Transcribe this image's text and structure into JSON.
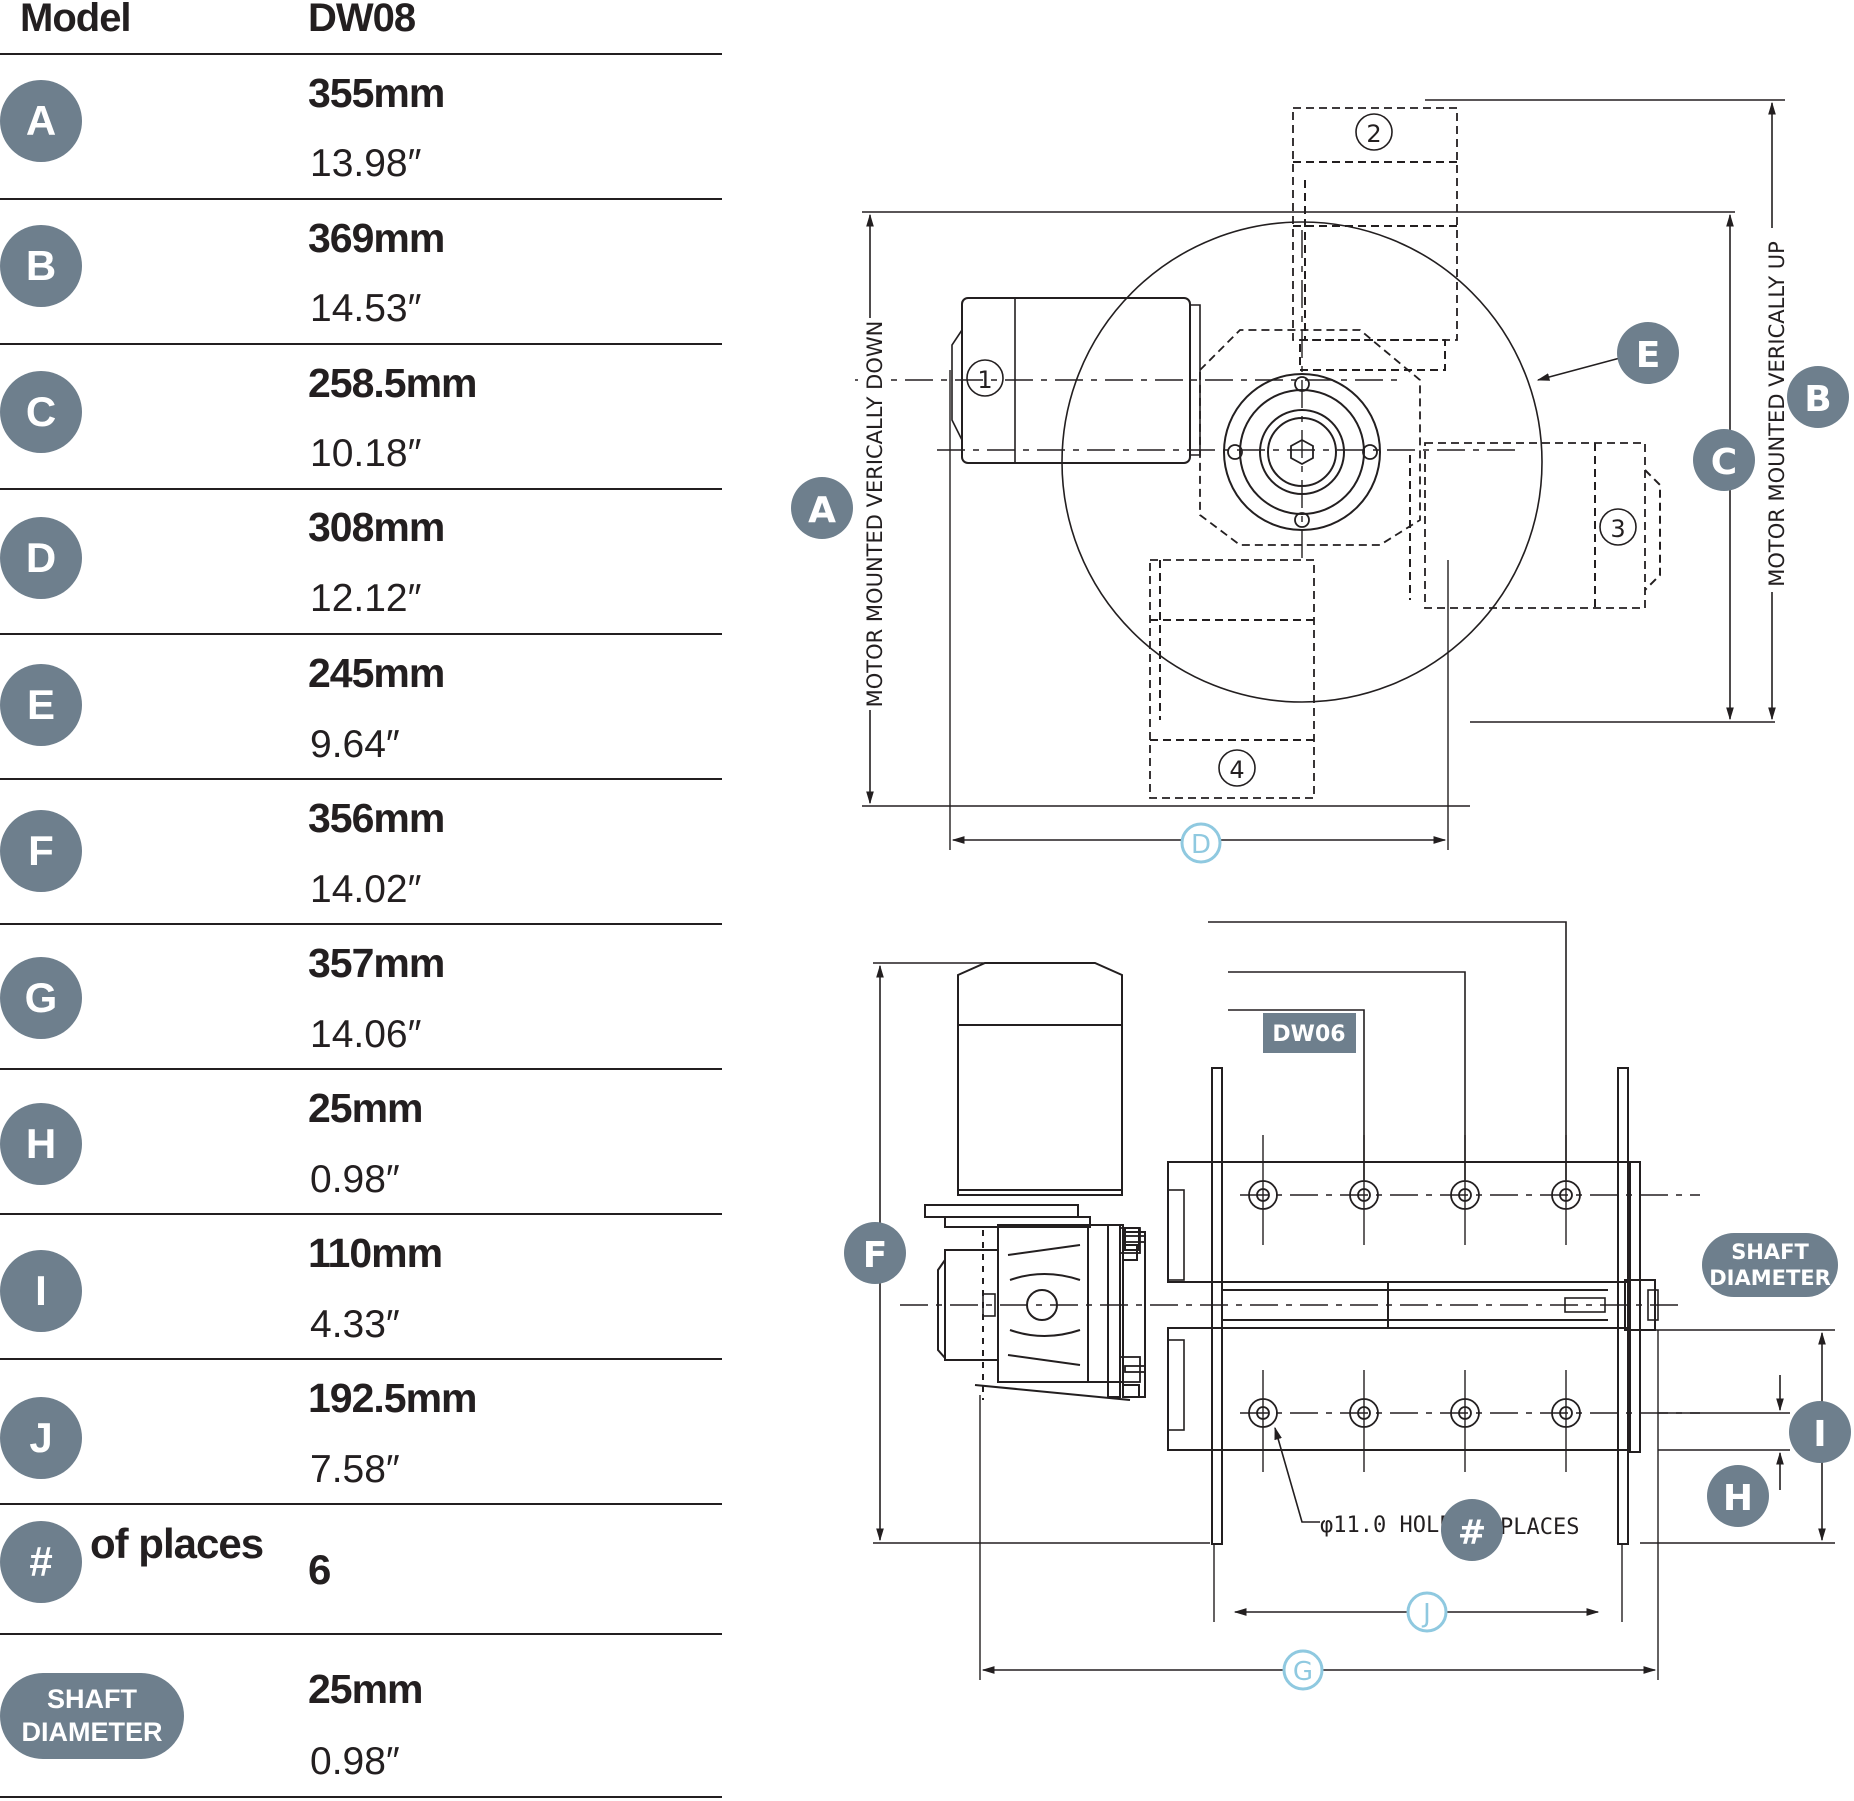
{
  "table": {
    "header_model": "Model",
    "header_value": "DW08",
    "rows": [
      {
        "badge": "A",
        "mm": "355mm",
        "inch": "13.98″"
      },
      {
        "badge": "B",
        "mm": "369mm",
        "inch": "14.53″"
      },
      {
        "badge": "C",
        "mm": "258.5mm",
        "inch": "10.18″"
      },
      {
        "badge": "D",
        "mm": "308mm",
        "inch": "12.12″"
      },
      {
        "badge": "E",
        "mm": "245mm",
        "inch": "9.64″"
      },
      {
        "badge": "F",
        "mm": "356mm",
        "inch": "14.02″"
      },
      {
        "badge": "G",
        "mm": "357mm",
        "inch": "14.06″"
      },
      {
        "badge": "H",
        "mm": "25mm",
        "inch": "0.98″"
      },
      {
        "badge": "I",
        "mm": "110mm",
        "inch": "4.33″"
      },
      {
        "badge": "J",
        "mm": "192.5mm",
        "inch": "7.58″"
      }
    ],
    "places": {
      "badge": "#",
      "label": "of places",
      "value": "6"
    },
    "shaft": {
      "badge_line1": "SHAFT",
      "badge_line2": "DIAMETER",
      "mm": "25mm",
      "inch": "0.98″"
    }
  },
  "drawing": {
    "label_down": "MOTOR MOUNTED VERICALLY DOWN",
    "label_up": "MOTOR MOUNTED VERICALLY UP",
    "motor_positions": [
      "1",
      "2",
      "3",
      "4"
    ],
    "model_tag": "DW06",
    "hole_note_left": "φ11.0 HOLE",
    "hole_note_right": "PLACES",
    "callouts": {
      "A": "A",
      "B": "B",
      "C": "C",
      "D": "D",
      "E": "E",
      "F": "F",
      "G": "G",
      "H": "H",
      "I": "I",
      "J": "J",
      "hash": "#"
    },
    "shaft_line1": "SHAFT",
    "shaft_line2": "DIAMETER"
  },
  "colors": {
    "badge": "#6e7f8d",
    "accent_outline": "#8fc9e0",
    "ink": "#231f20"
  }
}
